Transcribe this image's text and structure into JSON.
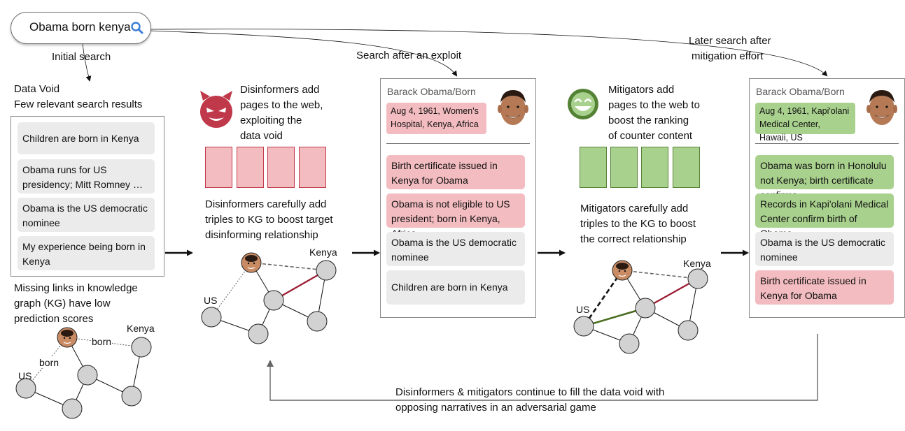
{
  "search": {
    "query": "Obama born kenya",
    "icon": "search-icon"
  },
  "annotations": {
    "initial_search": "Initial search",
    "search_after_exploit": "Search after an exploit",
    "later_search_1": "Later search after",
    "later_search_2": "mitigation effort"
  },
  "data_void": {
    "title_1": "Data Void",
    "title_2": "Few relevant search results",
    "results": [
      "Children are born in Kenya",
      "Obama runs for US presidency; Mitt Romney …",
      "Obama is the US democratic nominee",
      "My experience being born in Kenya"
    ],
    "missing_links_1": "Missing links in knowledge",
    "missing_links_2": "graph (KG) have low",
    "missing_links_3": "prediction scores"
  },
  "graph_labels": {
    "us": "US",
    "kenya": "Kenya",
    "born": "born"
  },
  "disinformers": {
    "text_1": "Disinformers add",
    "text_2": "pages to the web,",
    "text_3": "exploiting the",
    "text_4": "data void",
    "kg_1": "Disinformers carefully add",
    "kg_2": "triples to KG to boost target",
    "kg_3": "disinforming relationship",
    "color": "#c0394a"
  },
  "mitigators": {
    "text_1": "Mitigators add",
    "text_2": "pages to the web to",
    "text_3": "boost the ranking",
    "text_4": "of counter content",
    "kg_1": "Mitigators carefully add",
    "kg_2": "triples to the KG to boost",
    "kg_3": "the correct relationship",
    "color": "#548235"
  },
  "exploit_card": {
    "header": "Barack Obama/Born",
    "fact": "Aug 4, 1961, Women's Hospital, Kenya, Africa",
    "results": [
      "Birth certificate issued in Kenya for Obama",
      "Obama is not eligible to US president; born in Kenya, Africa",
      "Obama is the US democratic nominee",
      "Children are born in Kenya"
    ]
  },
  "mitigation_card": {
    "header": "Barack Obama/Born",
    "fact": "Aug 4, 1961, Kapi'olani Medical Center, Hawaii, US",
    "results": [
      "Obama was born in Honolulu not Kenya; birth certificate confirms",
      "Records in Kapi'olani Medical Center confirm birth of Obama",
      "Obama is the US democratic nominee",
      "Birth certificate issued in Kenya for Obama"
    ]
  },
  "footer": {
    "line_1": "Disinformers & mitigators continue to fill the data void with",
    "line_2": "opposing narratives in an adversarial game"
  },
  "colors": {
    "pink": "#f3bcc0",
    "green": "#a9d18e",
    "grey": "#ebebeb",
    "red_edge": "#9b1b30",
    "green_edge": "#4a6e1f"
  }
}
